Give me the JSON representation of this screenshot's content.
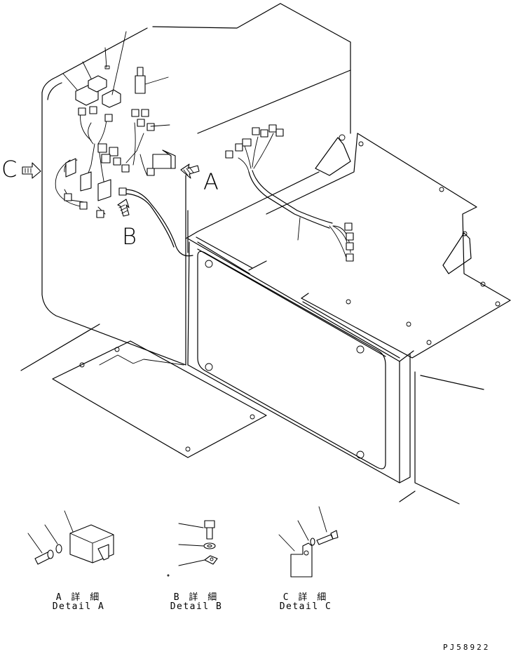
{
  "callouts": {
    "a": "A",
    "b": "B",
    "c": "C"
  },
  "details": [
    {
      "jp": "A 詳 細",
      "en": "Detail A"
    },
    {
      "jp": "B 詳 細",
      "en": "Detail B"
    },
    {
      "jp": "C 詳 細",
      "en": "Detail C"
    }
  ],
  "drawing_code": "PJ58922"
}
